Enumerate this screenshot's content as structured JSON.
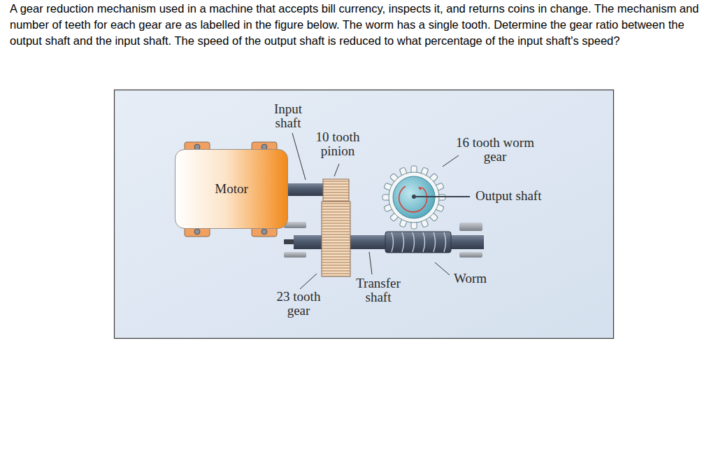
{
  "diagram": {
    "title": "A gear reduction mechanism used in a machine that accepts bill currency, inspects it, and returns coins in change. The mechanism and number of teeth for each gear are as labelled in the figure below. The worm has a single tooth. Determine the gear ratio between the output shaft and the input shaft. The speed of the output shaft is reduced to what percentage of the input shaft's speed?",
    "nodes": [
      {
        "text": [
          "Motor"
        ]
      }
    ],
    "labels": [
      "Input shaft",
      "10 tooth pinion",
      "16 tooth worm gear",
      "Output shaft",
      "23 tooth gear",
      "Transfer shaft",
      "Worm"
    ]
  }
}
